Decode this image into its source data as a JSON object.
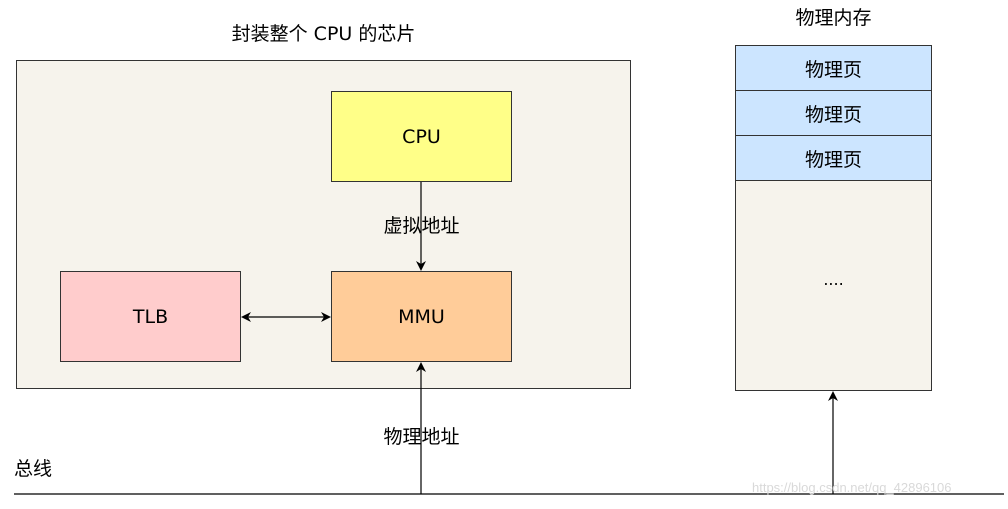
{
  "chip": {
    "title": "封装整个 CPU 的芯片",
    "cpu_label": "CPU",
    "mmu_label": "MMU",
    "tlb_label": "TLB",
    "virtual_address_label": "虚拟地址",
    "colors": {
      "container": "#f6f3ec",
      "cpu": "#ffff88",
      "mmu": "#ffcc99",
      "tlb": "#ffcccc"
    }
  },
  "memory": {
    "title": "物理内存",
    "pages": [
      "物理页",
      "物理页",
      "物理页"
    ],
    "ellipsis": "....",
    "colors": {
      "page": "#cce5ff",
      "container": "#f6f3ec"
    }
  },
  "bus": {
    "label": "总线",
    "physical_address_label": "物理地址"
  },
  "watermark": "https://blog.csdn.net/qq_42896106"
}
